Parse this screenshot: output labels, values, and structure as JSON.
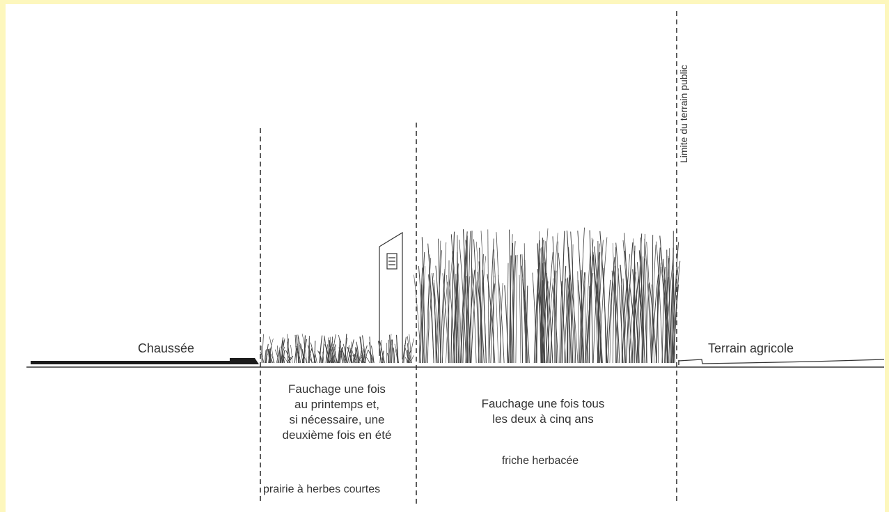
{
  "diagram": {
    "labels": {
      "roadway": "Chaussée",
      "farmland": "Terrain agricole",
      "public_land_limit": "Limite du terrain public"
    },
    "zones": {
      "short_grass": {
        "mowing_lines": [
          "Fauchage une fois",
          "au printemps et,",
          "si nécessaire, une",
          "deuxième fois en été"
        ],
        "category": "prairie à herbes courtes"
      },
      "tall_grass": {
        "mowing_lines": [
          "Fauchage une fois tous",
          "les deux à cinq ans"
        ],
        "category": "friche herbacée"
      }
    }
  }
}
